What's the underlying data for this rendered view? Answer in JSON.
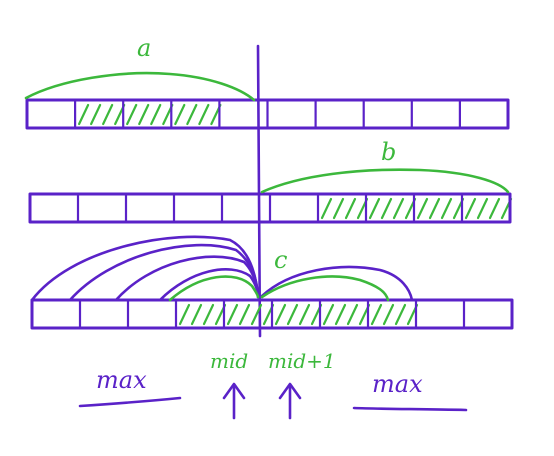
{
  "labels": {
    "a": "a",
    "b": "b",
    "c": "c",
    "max_left": "max",
    "mid": "mid",
    "mid_plus_1": "mid+1",
    "max_right": "max"
  },
  "colors": {
    "array_stroke": "#5a22c8",
    "highlight": "#3cb83c",
    "annotation": "#5a22c8"
  },
  "arrays": [
    {
      "name": "array-a",
      "cells": 10,
      "hatched_cells": [
        1,
        2,
        3
      ]
    },
    {
      "name": "array-b",
      "cells": 10,
      "hatched_cells": [
        6,
        7,
        8,
        9
      ]
    },
    {
      "name": "array-c",
      "cells": 10,
      "hatched_cells": [
        3,
        4,
        5,
        6,
        7
      ]
    }
  ],
  "icons": [
    "up-arrow-icon",
    "up-arrow-icon"
  ]
}
